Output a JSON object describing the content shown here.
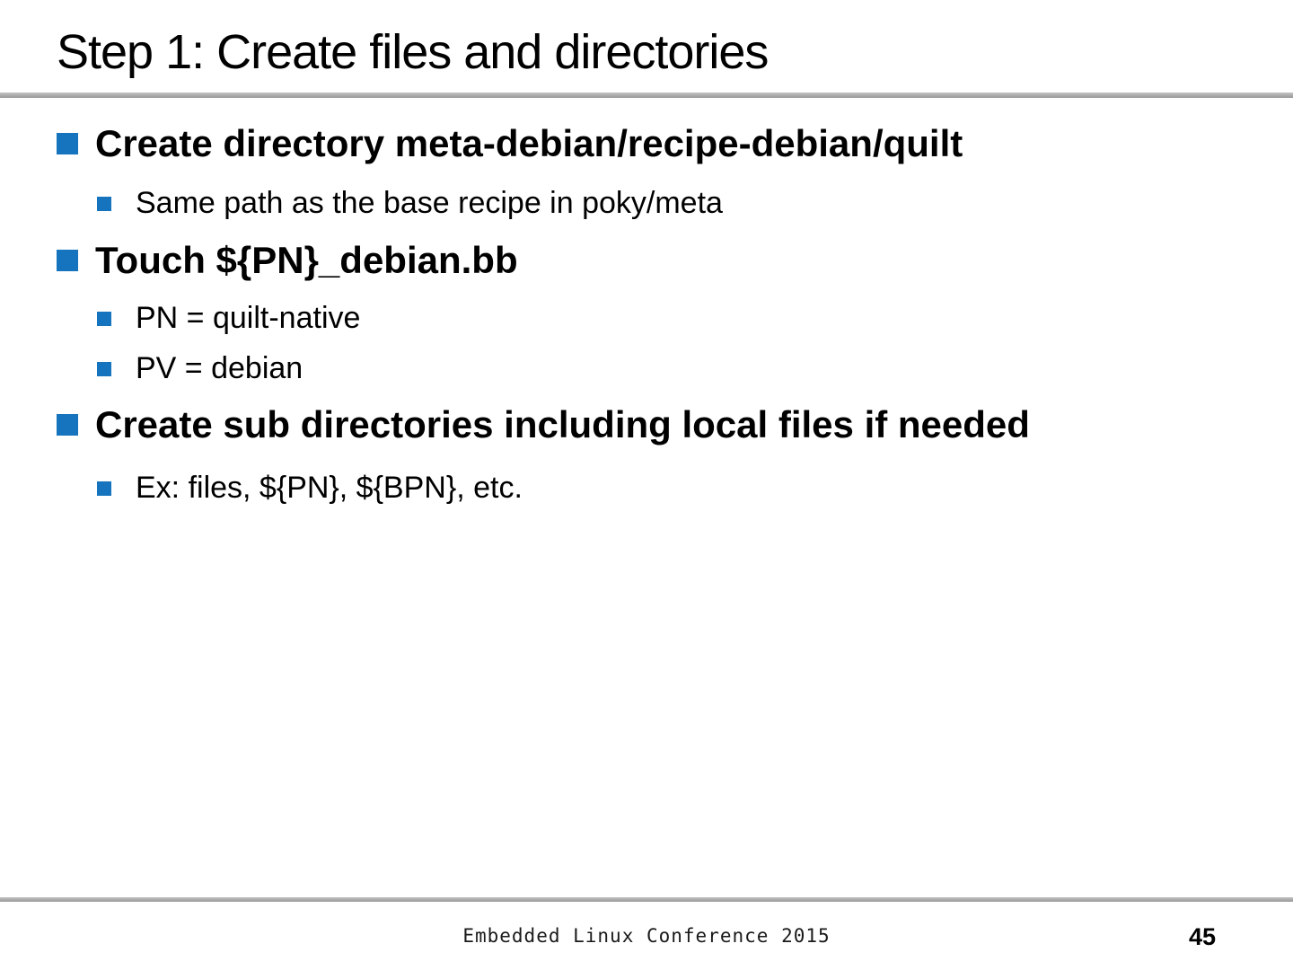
{
  "slide": {
    "title": "Step 1: Create files and directories",
    "bullets": [
      {
        "level": 1,
        "text": "Create directory meta-debian/recipe-debian/quilt"
      },
      {
        "level": 2,
        "text": "Same path as the base recipe in poky/meta"
      },
      {
        "level": 1,
        "text": "Touch ${PN}_debian.bb"
      },
      {
        "level": 2,
        "text": "PN = quilt-native"
      },
      {
        "level": 2,
        "text": "PV = debian"
      },
      {
        "level": 1,
        "text": "Create sub directories including local files if needed"
      },
      {
        "level": 2,
        "text": "Ex: files, ${PN}, ${BPN}, etc."
      }
    ],
    "footer": {
      "conference": "Embedded Linux Conference 2015",
      "page_number": "45"
    },
    "colors": {
      "bullet_blue": "#1574bd",
      "rule_gray": "#a6a6a6"
    }
  }
}
